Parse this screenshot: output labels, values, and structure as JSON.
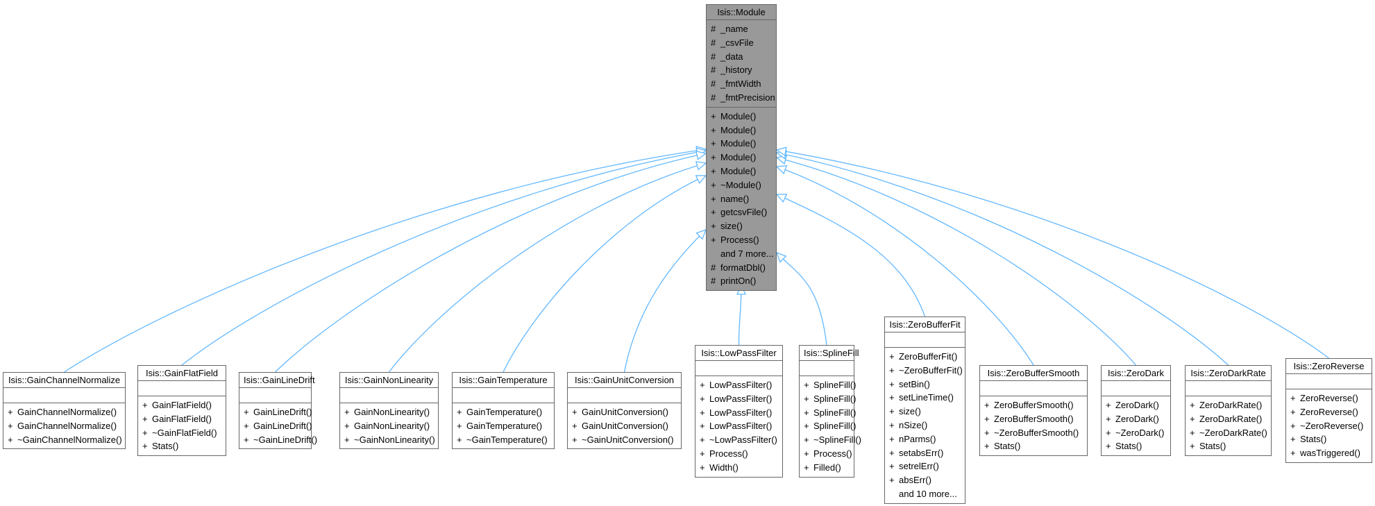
{
  "colors": {
    "edge": "#63b8ff",
    "base_fill": "#999999",
    "border": "#666666"
  },
  "base": {
    "title": "Isis::Module",
    "attributes": [
      {
        "vis": "#",
        "name": "_name"
      },
      {
        "vis": "#",
        "name": "_csvFile"
      },
      {
        "vis": "#",
        "name": "_data"
      },
      {
        "vis": "#",
        "name": "_history"
      },
      {
        "vis": "#",
        "name": "_fmtWidth"
      },
      {
        "vis": "#",
        "name": "_fmtPrecision"
      }
    ],
    "methods": [
      {
        "vis": "+",
        "name": "Module()"
      },
      {
        "vis": "+",
        "name": "Module()"
      },
      {
        "vis": "+",
        "name": "Module()"
      },
      {
        "vis": "+",
        "name": "Module()"
      },
      {
        "vis": "+",
        "name": "Module()"
      },
      {
        "vis": "+",
        "name": "~Module()"
      },
      {
        "vis": "+",
        "name": "name()"
      },
      {
        "vis": "+",
        "name": "getcsvFile()"
      },
      {
        "vis": "+",
        "name": "size()"
      },
      {
        "vis": "+",
        "name": "Process()"
      },
      {
        "vis": "",
        "name": "and 7 more..."
      },
      {
        "vis": "#",
        "name": "formatDbl()"
      },
      {
        "vis": "#",
        "name": "printOn()"
      }
    ]
  },
  "children": [
    {
      "title": "Isis::GainChannelNormalize",
      "methods": [
        {
          "vis": "+",
          "name": "GainChannelNormalize()"
        },
        {
          "vis": "+",
          "name": "GainChannelNormalize()"
        },
        {
          "vis": "+",
          "name": "~GainChannelNormalize()"
        }
      ]
    },
    {
      "title": "Isis::GainFlatField",
      "methods": [
        {
          "vis": "+",
          "name": "GainFlatField()"
        },
        {
          "vis": "+",
          "name": "GainFlatField()"
        },
        {
          "vis": "+",
          "name": "~GainFlatField()"
        },
        {
          "vis": "+",
          "name": "Stats()"
        }
      ]
    },
    {
      "title": "Isis::GainLineDrift",
      "methods": [
        {
          "vis": "+",
          "name": "GainLineDrift()"
        },
        {
          "vis": "+",
          "name": "GainLineDrift()"
        },
        {
          "vis": "+",
          "name": "~GainLineDrift()"
        }
      ]
    },
    {
      "title": "Isis::GainNonLinearity",
      "methods": [
        {
          "vis": "+",
          "name": "GainNonLinearity()"
        },
        {
          "vis": "+",
          "name": "GainNonLinearity()"
        },
        {
          "vis": "+",
          "name": "~GainNonLinearity()"
        }
      ]
    },
    {
      "title": "Isis::GainTemperature",
      "methods": [
        {
          "vis": "+",
          "name": "GainTemperature()"
        },
        {
          "vis": "+",
          "name": "GainTemperature()"
        },
        {
          "vis": "+",
          "name": "~GainTemperature()"
        }
      ]
    },
    {
      "title": "Isis::GainUnitConversion",
      "methods": [
        {
          "vis": "+",
          "name": "GainUnitConversion()"
        },
        {
          "vis": "+",
          "name": "GainUnitConversion()"
        },
        {
          "vis": "+",
          "name": "~GainUnitConversion()"
        }
      ]
    },
    {
      "title": "Isis::LowPassFilter",
      "methods": [
        {
          "vis": "+",
          "name": "LowPassFilter()"
        },
        {
          "vis": "+",
          "name": "LowPassFilter()"
        },
        {
          "vis": "+",
          "name": "LowPassFilter()"
        },
        {
          "vis": "+",
          "name": "LowPassFilter()"
        },
        {
          "vis": "+",
          "name": "~LowPassFilter()"
        },
        {
          "vis": "+",
          "name": "Process()"
        },
        {
          "vis": "+",
          "name": "Width()"
        }
      ]
    },
    {
      "title": "Isis::SplineFill",
      "methods": [
        {
          "vis": "+",
          "name": "SplineFill()"
        },
        {
          "vis": "+",
          "name": "SplineFill()"
        },
        {
          "vis": "+",
          "name": "SplineFill()"
        },
        {
          "vis": "+",
          "name": "SplineFill()"
        },
        {
          "vis": "+",
          "name": "~SplineFill()"
        },
        {
          "vis": "+",
          "name": "Process()"
        },
        {
          "vis": "+",
          "name": "Filled()"
        }
      ]
    },
    {
      "title": "Isis::ZeroBufferFit",
      "methods": [
        {
          "vis": "+",
          "name": "ZeroBufferFit()"
        },
        {
          "vis": "+",
          "name": "~ZeroBufferFit()"
        },
        {
          "vis": "+",
          "name": "setBin()"
        },
        {
          "vis": "+",
          "name": "setLineTime()"
        },
        {
          "vis": "+",
          "name": "size()"
        },
        {
          "vis": "+",
          "name": "nSize()"
        },
        {
          "vis": "+",
          "name": "nParms()"
        },
        {
          "vis": "+",
          "name": "setabsErr()"
        },
        {
          "vis": "+",
          "name": "setrelErr()"
        },
        {
          "vis": "+",
          "name": "absErr()"
        },
        {
          "vis": "",
          "name": "and 10 more..."
        }
      ]
    },
    {
      "title": "Isis::ZeroBufferSmooth",
      "methods": [
        {
          "vis": "+",
          "name": "ZeroBufferSmooth()"
        },
        {
          "vis": "+",
          "name": "ZeroBufferSmooth()"
        },
        {
          "vis": "+",
          "name": "~ZeroBufferSmooth()"
        },
        {
          "vis": "+",
          "name": "Stats()"
        }
      ]
    },
    {
      "title": "Isis::ZeroDark",
      "methods": [
        {
          "vis": "+",
          "name": "ZeroDark()"
        },
        {
          "vis": "+",
          "name": "ZeroDark()"
        },
        {
          "vis": "+",
          "name": "~ZeroDark()"
        },
        {
          "vis": "+",
          "name": "Stats()"
        }
      ]
    },
    {
      "title": "Isis::ZeroDarkRate",
      "methods": [
        {
          "vis": "+",
          "name": "ZeroDarkRate()"
        },
        {
          "vis": "+",
          "name": "ZeroDarkRate()"
        },
        {
          "vis": "+",
          "name": "~ZeroDarkRate()"
        },
        {
          "vis": "+",
          "name": "Stats()"
        }
      ]
    },
    {
      "title": "Isis::ZeroReverse",
      "methods": [
        {
          "vis": "+",
          "name": "ZeroReverse()"
        },
        {
          "vis": "+",
          "name": "ZeroReverse()"
        },
        {
          "vis": "+",
          "name": "~ZeroReverse()"
        },
        {
          "vis": "+",
          "name": "Stats()"
        },
        {
          "vis": "+",
          "name": "wasTriggered()"
        }
      ]
    }
  ]
}
